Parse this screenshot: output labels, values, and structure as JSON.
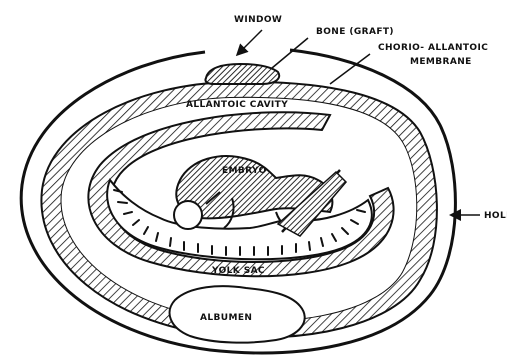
{
  "diagram": {
    "labels": {
      "window": "WINDOW",
      "bone_graft": "BONE (GRAFT)",
      "chorio_line1": "CHORIO- ALLANTOIC",
      "chorio_line2": "MEMBRANE",
      "allantoic_cavity": "ALLANTOIC CAVITY",
      "embryo": "EMBRYO",
      "hole": "HOLE",
      "yolk_sac": "YOLK SAC",
      "albumen": "ALBUMEN"
    },
    "colors": {
      "ink": "#111111",
      "background": "#ffffff"
    }
  }
}
